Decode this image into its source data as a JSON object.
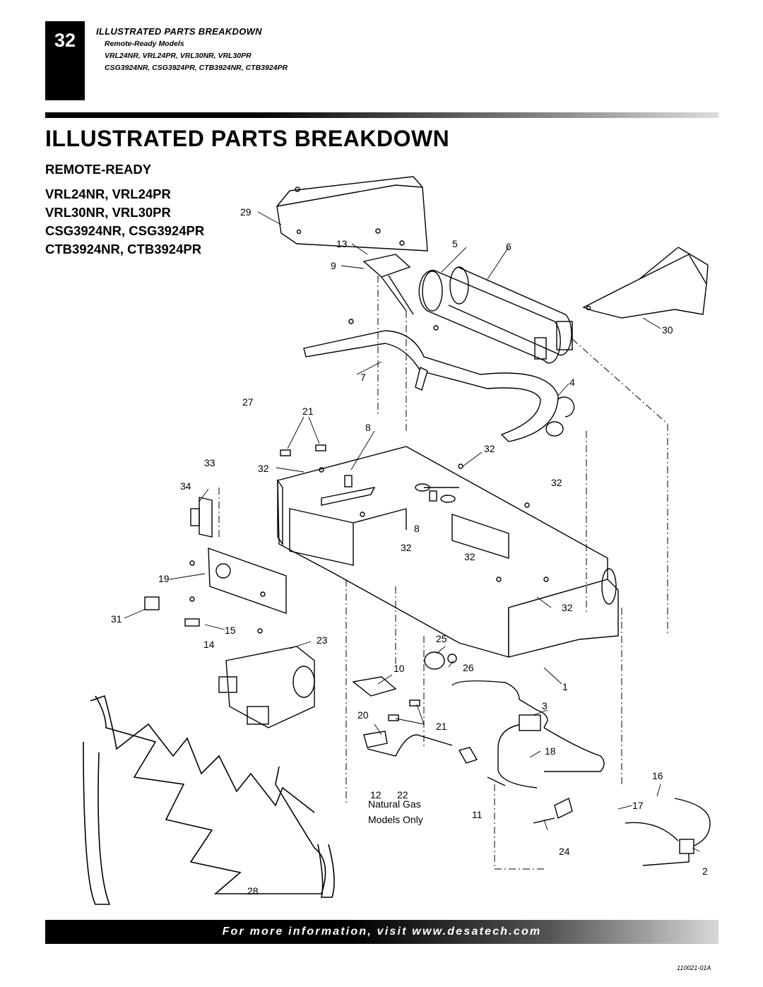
{
  "header": {
    "page_number": "32",
    "section_title": "ILLUSTRATED PARTS BREAKDOWN",
    "lines": [
      "Remote-Ready Models",
      "VRL24NR, VRL24PR, VRL30NR, VRL30PR",
      "CSG3924NR, CSG3924PR, CTB3924NR, CTB3924PR"
    ]
  },
  "title": "ILLUSTRATED PARTS BREAKDOWN",
  "subheads": [
    "REMOTE-READY",
    "VRL24NR, VRL24PR",
    "VRL30NR, VRL30PR",
    "CSG3924NR, CSG3924PR",
    "CTB3924NR, CTB3924PR"
  ],
  "callouts": [
    "29",
    "13",
    "5",
    "6",
    "9",
    "30",
    "7",
    "4",
    "27",
    "21",
    "8",
    "32",
    "33",
    "32",
    "34",
    "32",
    "8",
    "32",
    "32",
    "19",
    "32",
    "31",
    "15",
    "14",
    "23",
    "25",
    "10",
    "26",
    "1",
    "3",
    "20",
    "21",
    "18",
    "16",
    "12",
    "22",
    "17",
    "11",
    "24",
    "2",
    "28"
  ],
  "note": [
    "Natural Gas",
    "Models Only"
  ],
  "footer": "For more information, visit www.desatech.com",
  "doc_code": "110021-01A"
}
